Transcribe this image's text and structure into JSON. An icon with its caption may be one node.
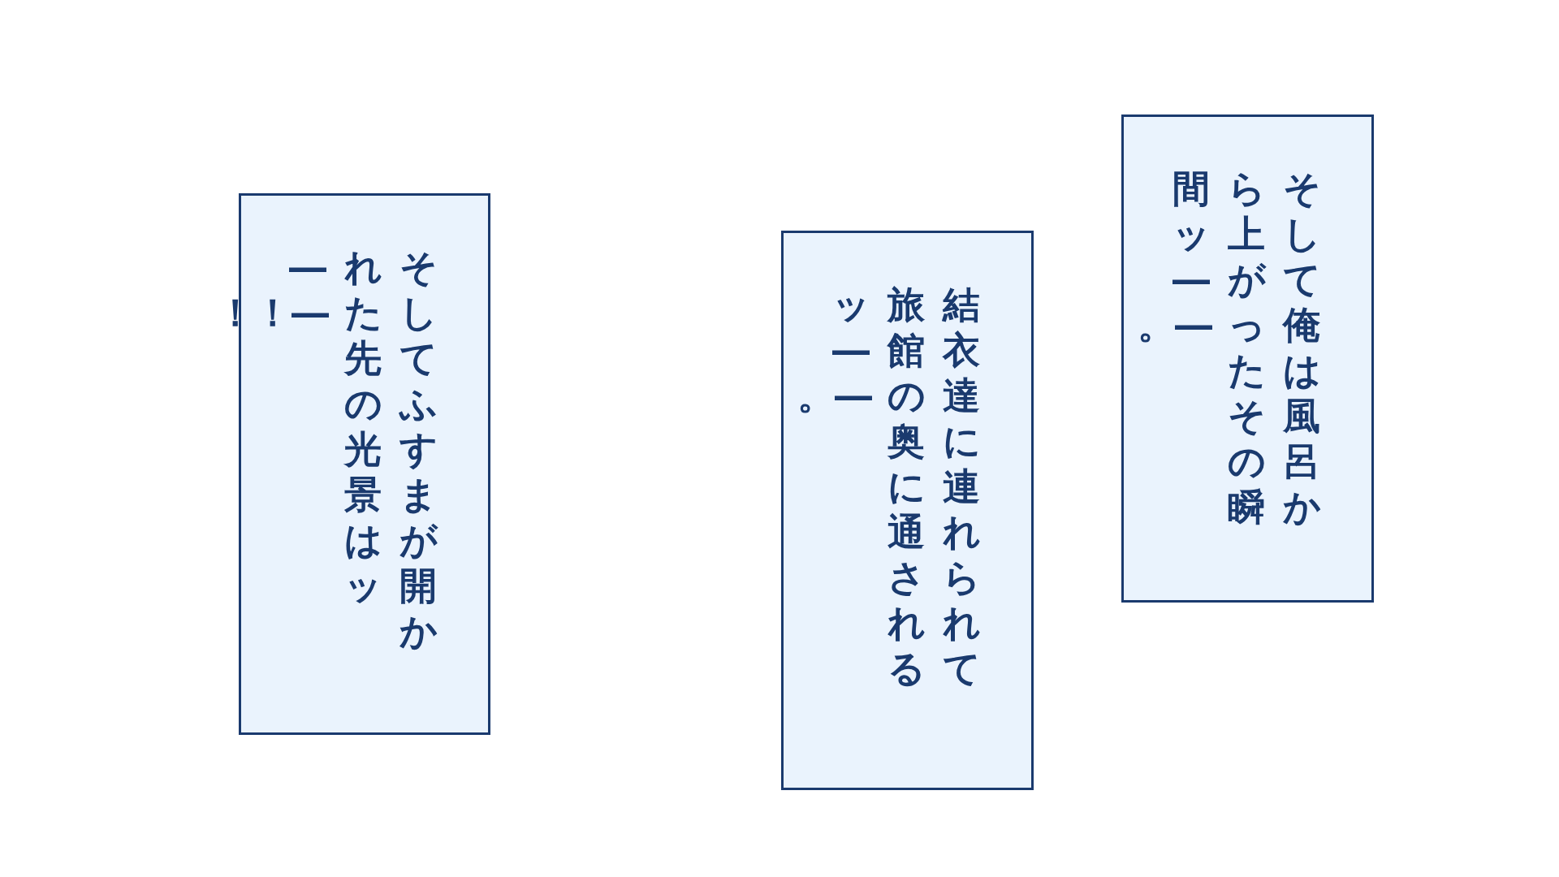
{
  "diagram": {
    "nodes": [
      {
        "text": [
          "そして俺は風呂から上がったその瞬間ッ――。"
        ]
      },
      {
        "text": [
          "結衣達に連れられて旅館の奥に通されるッ――。"
        ]
      },
      {
        "text": [
          "そしてふすまが開かれた先の光景はッ――！！"
        ]
      }
    ]
  }
}
